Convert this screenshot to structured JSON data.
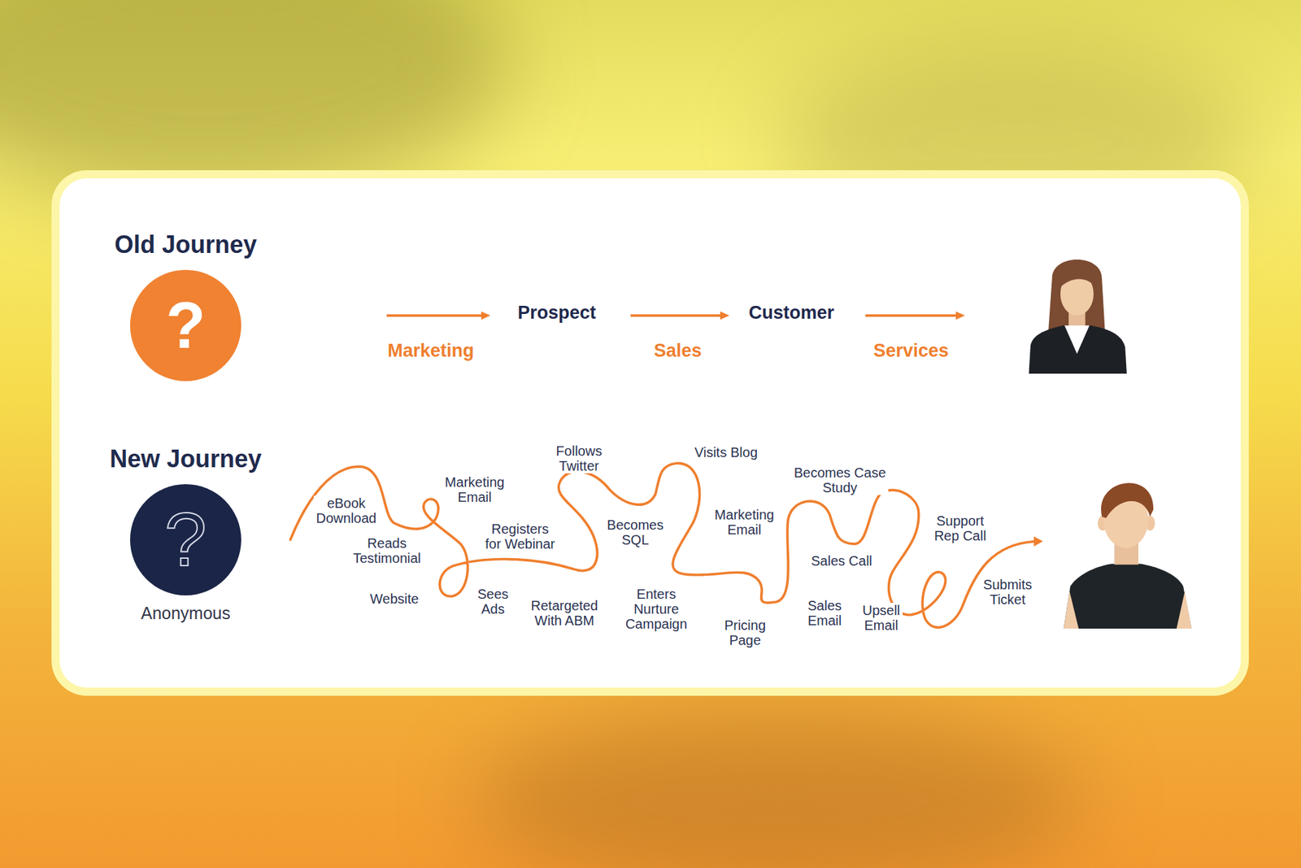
{
  "diagram": {
    "nodes": [
      {
        "text": [
          "Old Journey",
          "?"
        ]
      },
      {
        "text": [
          "New Journey",
          "?",
          "Anonymous"
        ]
      }
    ],
    "labels": [
      "Prospect",
      "Customer",
      "Marketing",
      "Sales",
      "Services",
      "eBook Download",
      "Reads Testimonial",
      "Website",
      "Marketing Email",
      "Registers for Webinar",
      "Sees Ads",
      "Follows Twitter",
      "Retargeted With ABM",
      "Becomes SQL",
      "Enters Nurture Campaign",
      "Visits Blog",
      "Marketing Email",
      "Pricing Page",
      "Becomes Case Study",
      "Sales Call",
      "Sales Email",
      "Upsell Email",
      "Support Rep Call",
      "Submits Ticket"
    ]
  }
}
